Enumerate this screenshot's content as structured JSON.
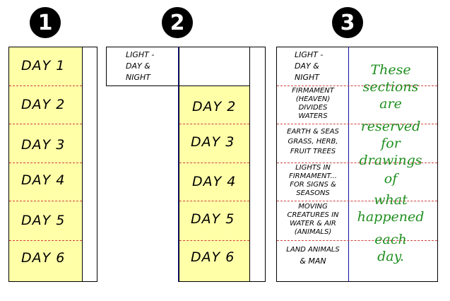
{
  "step_numbers": [
    "1",
    "2",
    "3"
  ],
  "panel1": {
    "days": [
      "DAY 1",
      "DAY 2",
      "DAY 3",
      "DAY 4",
      "DAY 5",
      "DAY 6"
    ]
  },
  "panel2": {
    "top_caption": [
      "LIGHT -",
      "DAY &",
      "NIGHT"
    ],
    "days": [
      "DAY 2",
      "DAY 3",
      "DAY 4",
      "DAY 5",
      "DAY 6"
    ]
  },
  "panel3": {
    "captions": [
      [
        "LIGHT -",
        "DAY &",
        "NIGHT"
      ],
      [
        "FIRMAMENT",
        "(HEAVEN)",
        "DIVIDES",
        "WATERS"
      ],
      [
        "EARTH & SEAS",
        "GRASS, HERB,",
        "FRUIT TREES"
      ],
      [
        "LIGHTS IN",
        "FIRMAMENT...",
        "FOR SIGNS &",
        "SEASONS"
      ],
      [
        "MOVING",
        "CREATURES IN",
        "WATER & AIR",
        "(ANIMALS)"
      ],
      [
        "LAND ANIMALS",
        "& MAN"
      ]
    ],
    "note_lines": [
      "These",
      "sections",
      "are",
      "reserved",
      "for",
      "drawings",
      "of",
      "what",
      "happened",
      "each",
      "day."
    ]
  },
  "colors": {
    "yellow": "#ffffa8",
    "dash_red": "#d04040",
    "note_green": "#1f8f1f",
    "divider_blue": "#1010a0"
  }
}
